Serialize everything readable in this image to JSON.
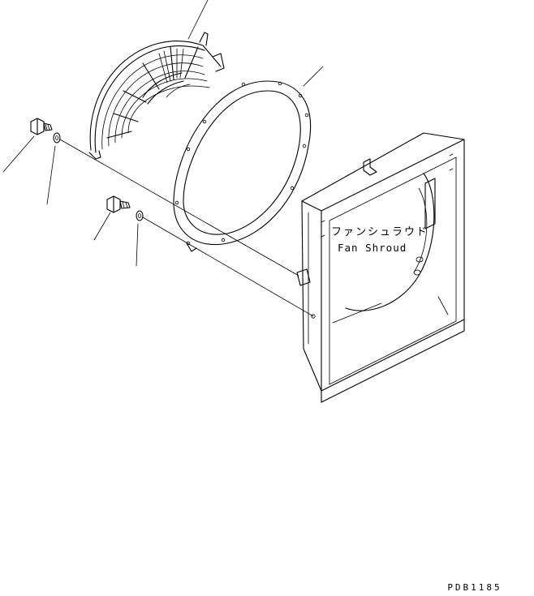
{
  "diagram": {
    "parts": [
      {
        "name": "fan-guard"
      },
      {
        "name": "fan-ring"
      },
      {
        "name": "bolt-upper"
      },
      {
        "name": "washer-upper"
      },
      {
        "name": "bolt-lower"
      },
      {
        "name": "washer-lower"
      },
      {
        "name": "fan-shroud"
      }
    ],
    "shroud_label_jp": "ファンシュラウド",
    "shroud_label_en": "Fan Shroud",
    "drawing_code": "PDB1185"
  }
}
